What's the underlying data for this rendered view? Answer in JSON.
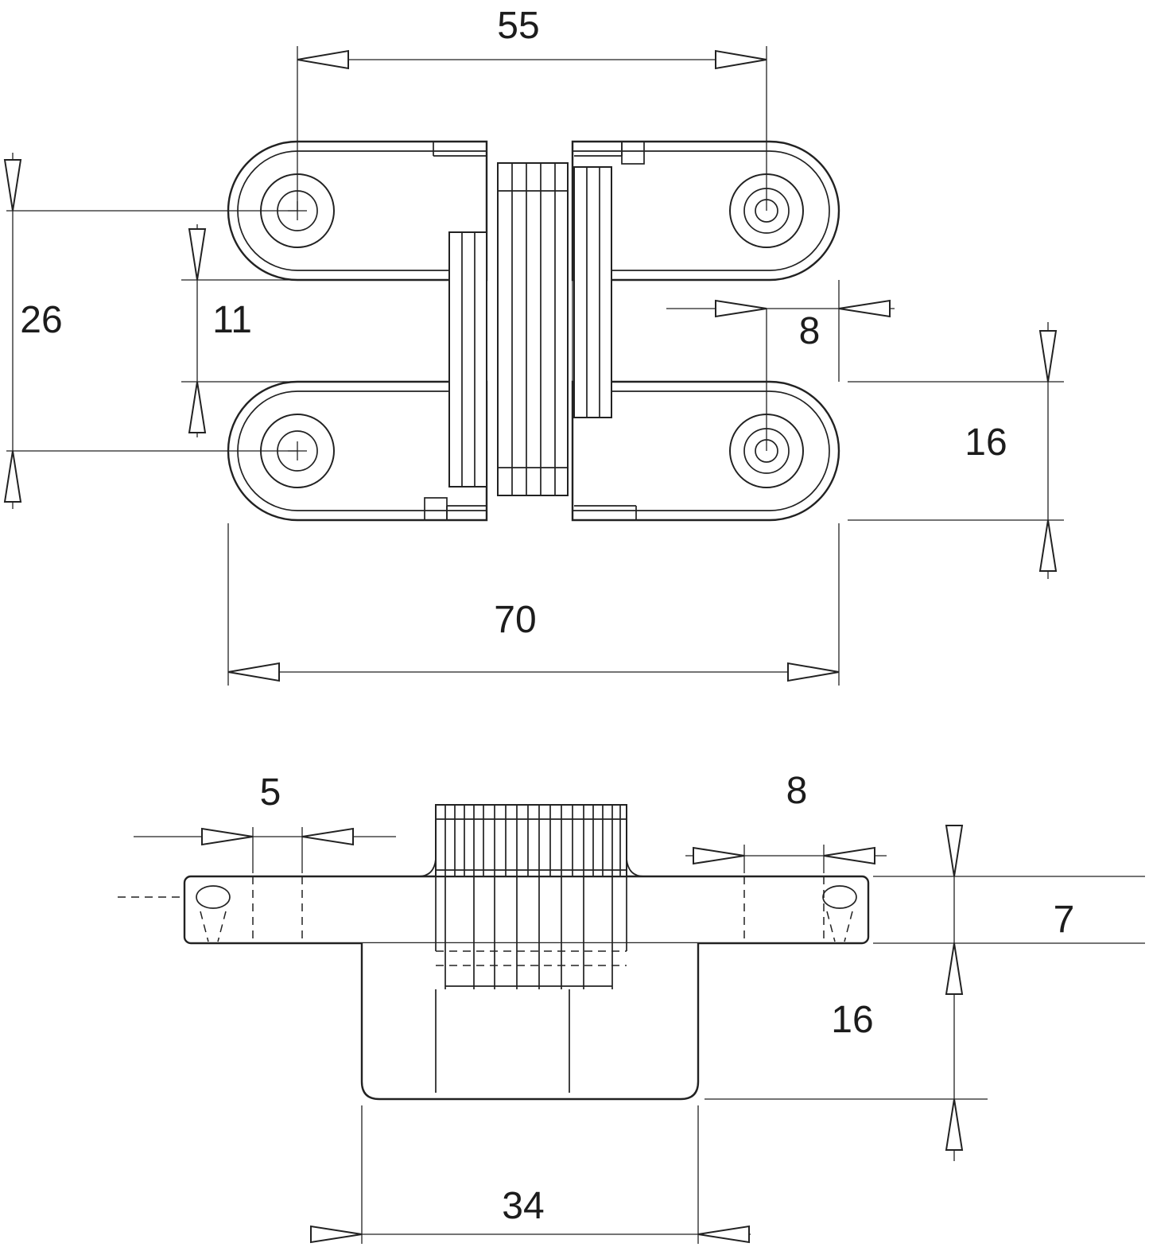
{
  "drawing": {
    "kind": "technical-drawing",
    "subject": "concealed invisible hinge, two orthographic views with dimensions",
    "units": "mm",
    "line_color": "#222222",
    "top_view": {
      "dims": {
        "hole_spacing_h": "55",
        "hole_spacing_v": "26",
        "arm_gap": "11",
        "hole_to_end": "8",
        "arm_width": "16",
        "overall_length": "70"
      }
    },
    "side_view": {
      "dims": {
        "hole_dia_left": "5",
        "hole_dia_right": "8",
        "leaf_thickness": "7",
        "body_depth": "16",
        "body_length": "34"
      }
    }
  }
}
